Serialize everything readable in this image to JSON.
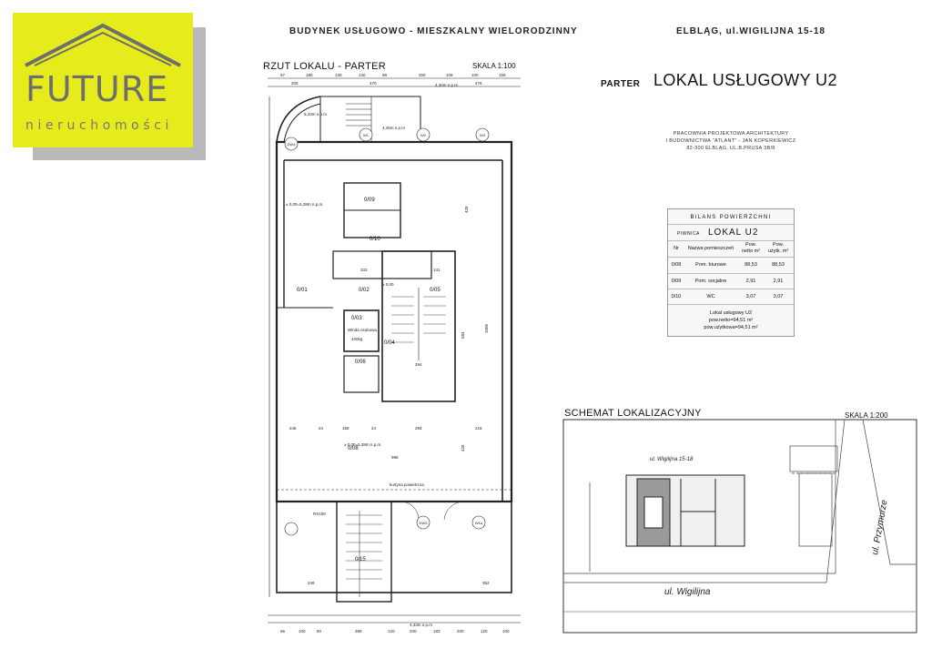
{
  "logo": {
    "brand": "FUTURE",
    "sub": "nieruchomości",
    "colors": {
      "bg": "#e6ec1c",
      "shadow": "#b9b9b9",
      "text": "#6e6e6e"
    }
  },
  "header": {
    "building": "BUDYNEK USŁUGOWO - MIESZKALNY WIELORODZINNY",
    "address": "ELBLĄG, ul.WIGILIJNA 15-18"
  },
  "plan": {
    "title": "RZUT LOKALU - PARTER",
    "scale": "SKALA 1:100",
    "rooms": [
      "0/09",
      "0/10",
      "0/02",
      "0/01",
      "0/05",
      "0/03",
      "0/04",
      "0/06",
      "0/08",
      "0/15"
    ],
    "top_dims": [
      "67",
      "180",
      "130",
      "140",
      "98",
      "200",
      "108",
      "100",
      "159"
    ],
    "top_dims2": [
      "205",
      "470",
      "476"
    ],
    "bottom_dims": [
      "66",
      "100",
      "60",
      "389",
      "120",
      "200",
      "183",
      "200",
      "120",
      "100"
    ],
    "mid_dims": [
      "246",
      "24",
      "168",
      "24",
      "294",
      "216"
    ],
    "total_width": "986",
    "dim_333": "333",
    "dim_141": "141",
    "dim_294": "294",
    "dim_352": "352",
    "dim_249": "249",
    "dim_1006": "1006",
    "dim_584": "584",
    "dim_426": "426",
    "dim_428": "428",
    "level_top": "4,30m n.p.m",
    "level_1": "5,33m n.p.m",
    "level_2": "4,45m n.p.m",
    "level_floor": "± 0,00=5,38m n.p.m.",
    "level_floor2": "± 0,00=5,38m n.p.m.",
    "level_floor3": "± 0,00",
    "level_bottom": "4,33m n.p.m",
    "rs150": "RS150",
    "curtain": "kurtyna powietrzna",
    "winda": "Winda osobowa",
    "winda_kg": "400kg",
    "wells": [
      "DW4",
      "W1",
      "W2",
      "W3",
      "DW5",
      "W1a"
    ]
  },
  "parter_label": "PARTER",
  "lokal_title": "LOKAL USŁUGOWY U2",
  "office": {
    "l1": "PRACOWNIA PROJEKTOWA ARCHITEKTURY",
    "l2": "I BUDOWNICTWA \"ATLANT\" - JAN KOPERKIEWICZ",
    "l3": "82-300 ELBLĄG, UL.B.PRUSA 3B/8"
  },
  "balance": {
    "title": "BILANS POWIERZCHNI",
    "lokal_label": "PIWNICA",
    "lokal_value": "LOKAL U2",
    "headers": [
      "Nr",
      "Nazwa pomieszczeń",
      "Pow. netto m²",
      "Pow. użytk. m²"
    ],
    "rows": [
      [
        "0/08",
        "Pom. biurowe",
        "88,53",
        "88,53"
      ],
      [
        "0/09",
        "Pom. socjalne",
        "2,91",
        "2,91"
      ],
      [
        "0/10",
        "WC",
        "3,07",
        "3,07"
      ]
    ],
    "summary": [
      "Lokal usługowy U2",
      "pow.netto=94,51 m²",
      "pow.użytkowa=94,51 m²"
    ]
  },
  "schematic": {
    "title": "SCHEMAT LOKALIZACYJNY",
    "scale": "SKALA 1:200",
    "street_top": "ul. Wigilijna 15-18",
    "street_right": "ul. Przymurze",
    "street_bottom": "ul. Wigilijna"
  }
}
